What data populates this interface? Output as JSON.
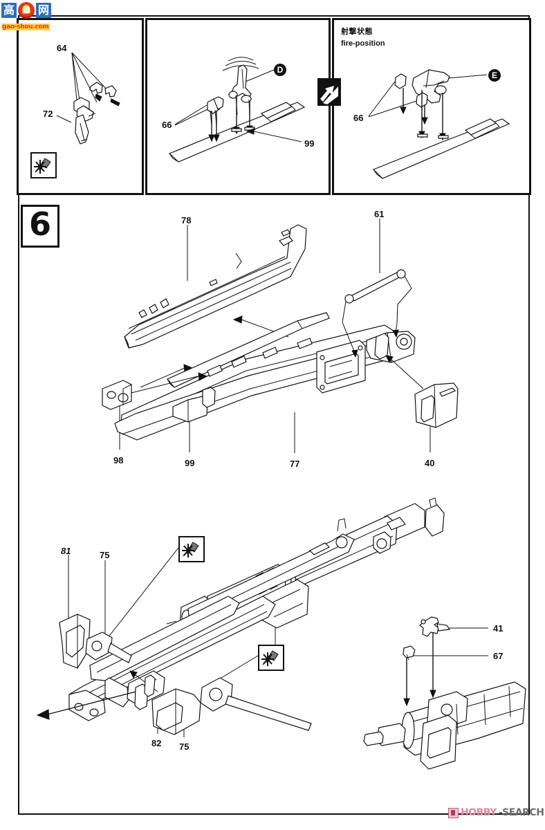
{
  "site": {
    "logo_cjk_left": "高",
    "logo_cjk_right": "网",
    "logo_emblem": "emblem-icon",
    "logo_domain": "gao-shou.com"
  },
  "sheet": {
    "type": "model-kit-assembly-instructions",
    "step_number": "6"
  },
  "panels": [
    {
      "id": "panel-1",
      "title_cjk": "",
      "title_en": "",
      "part_labels": [
        "64",
        "72"
      ],
      "callout": "",
      "icons": [
        "no-glue-icon"
      ]
    },
    {
      "id": "panel-2",
      "title_cjk": "",
      "title_en": "",
      "part_labels": [
        "66",
        "99"
      ],
      "callout": "D",
      "icons": []
    },
    {
      "id": "panel-3",
      "title_cjk": "射撃状態",
      "title_en": "fire-position",
      "part_labels": [
        "66"
      ],
      "callout": "E",
      "icons": []
    }
  ],
  "transition_icon": "zigzag-arrow-icon",
  "step6": {
    "upper_assembly_labels": [
      "78",
      "61",
      "98",
      "99",
      "77",
      "40"
    ],
    "lower_assembly_labels": [
      "81",
      "75",
      "82",
      "75"
    ],
    "detail_labels": [
      "41",
      "67"
    ],
    "icons": [
      "no-glue-icon",
      "no-glue-icon"
    ]
  },
  "labels": {
    "l64": "64",
    "l72": "72",
    "l66a": "66",
    "l99a": "99",
    "l66b": "66",
    "lD": "D",
    "lE": "E",
    "l78": "78",
    "l61": "61",
    "l98": "98",
    "l99b": "99",
    "l77": "77",
    "l40": "40",
    "l81": "81",
    "l75a": "75",
    "l82": "82",
    "l75b": "75",
    "l41": "41",
    "l67": "67"
  },
  "watermark": {
    "mark": "hobby-search-mark-icon",
    "text_a": "HOBBY",
    "text_b": "-SEARCH"
  },
  "colors": {
    "ink": "#111111",
    "paper": "#ffffff",
    "logo_blue": "#2f6fb5",
    "logo_red": "#e8381c",
    "watermark_pink": "#d98a9c",
    "watermark_grey": "#6e6e6e"
  }
}
